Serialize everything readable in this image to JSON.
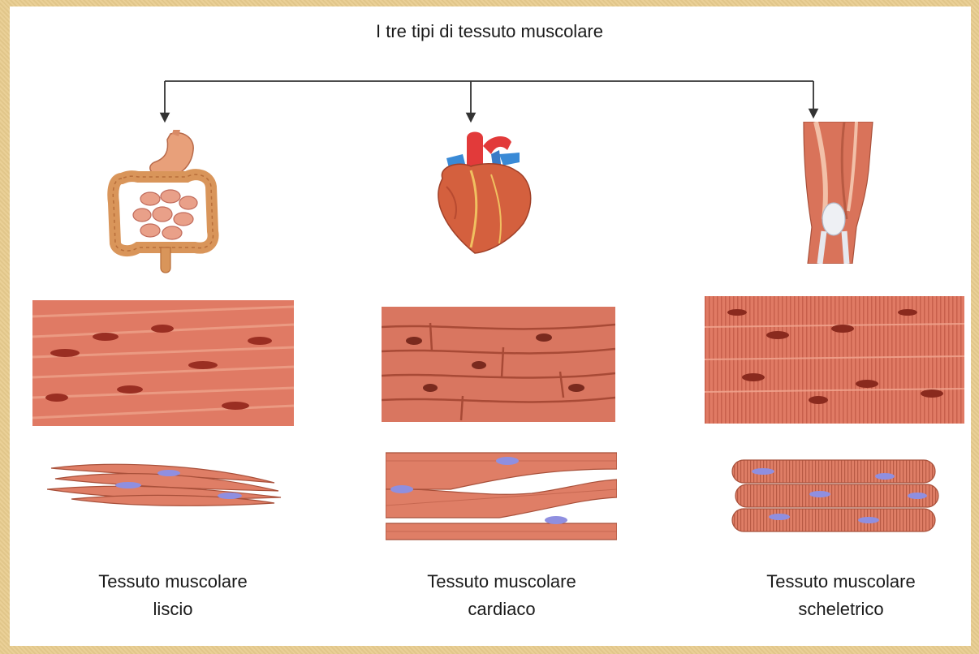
{
  "title": "I tre tipi di tessuto muscolare",
  "columns": [
    {
      "key": "smooth",
      "organ_icon": "digestive-system-icon",
      "label_line1": "Tessuto muscolare",
      "label_line2": "liscio"
    },
    {
      "key": "cardiac",
      "organ_icon": "heart-icon",
      "label_line1": "Tessuto muscolare",
      "label_line2": "cardiaco"
    },
    {
      "key": "skeletal",
      "organ_icon": "leg-muscle-icon",
      "label_line1": "Tessuto muscolare",
      "label_line2": "scheletrico"
    }
  ],
  "colors": {
    "background": "#e8cc8e",
    "panel": "#ffffff",
    "tissue": "#e0806a",
    "tissue_dark": "#b04e3a",
    "nucleus": "#9a2e22",
    "fiber_nucleus": "#8f8fe0",
    "connector": "#333333"
  }
}
